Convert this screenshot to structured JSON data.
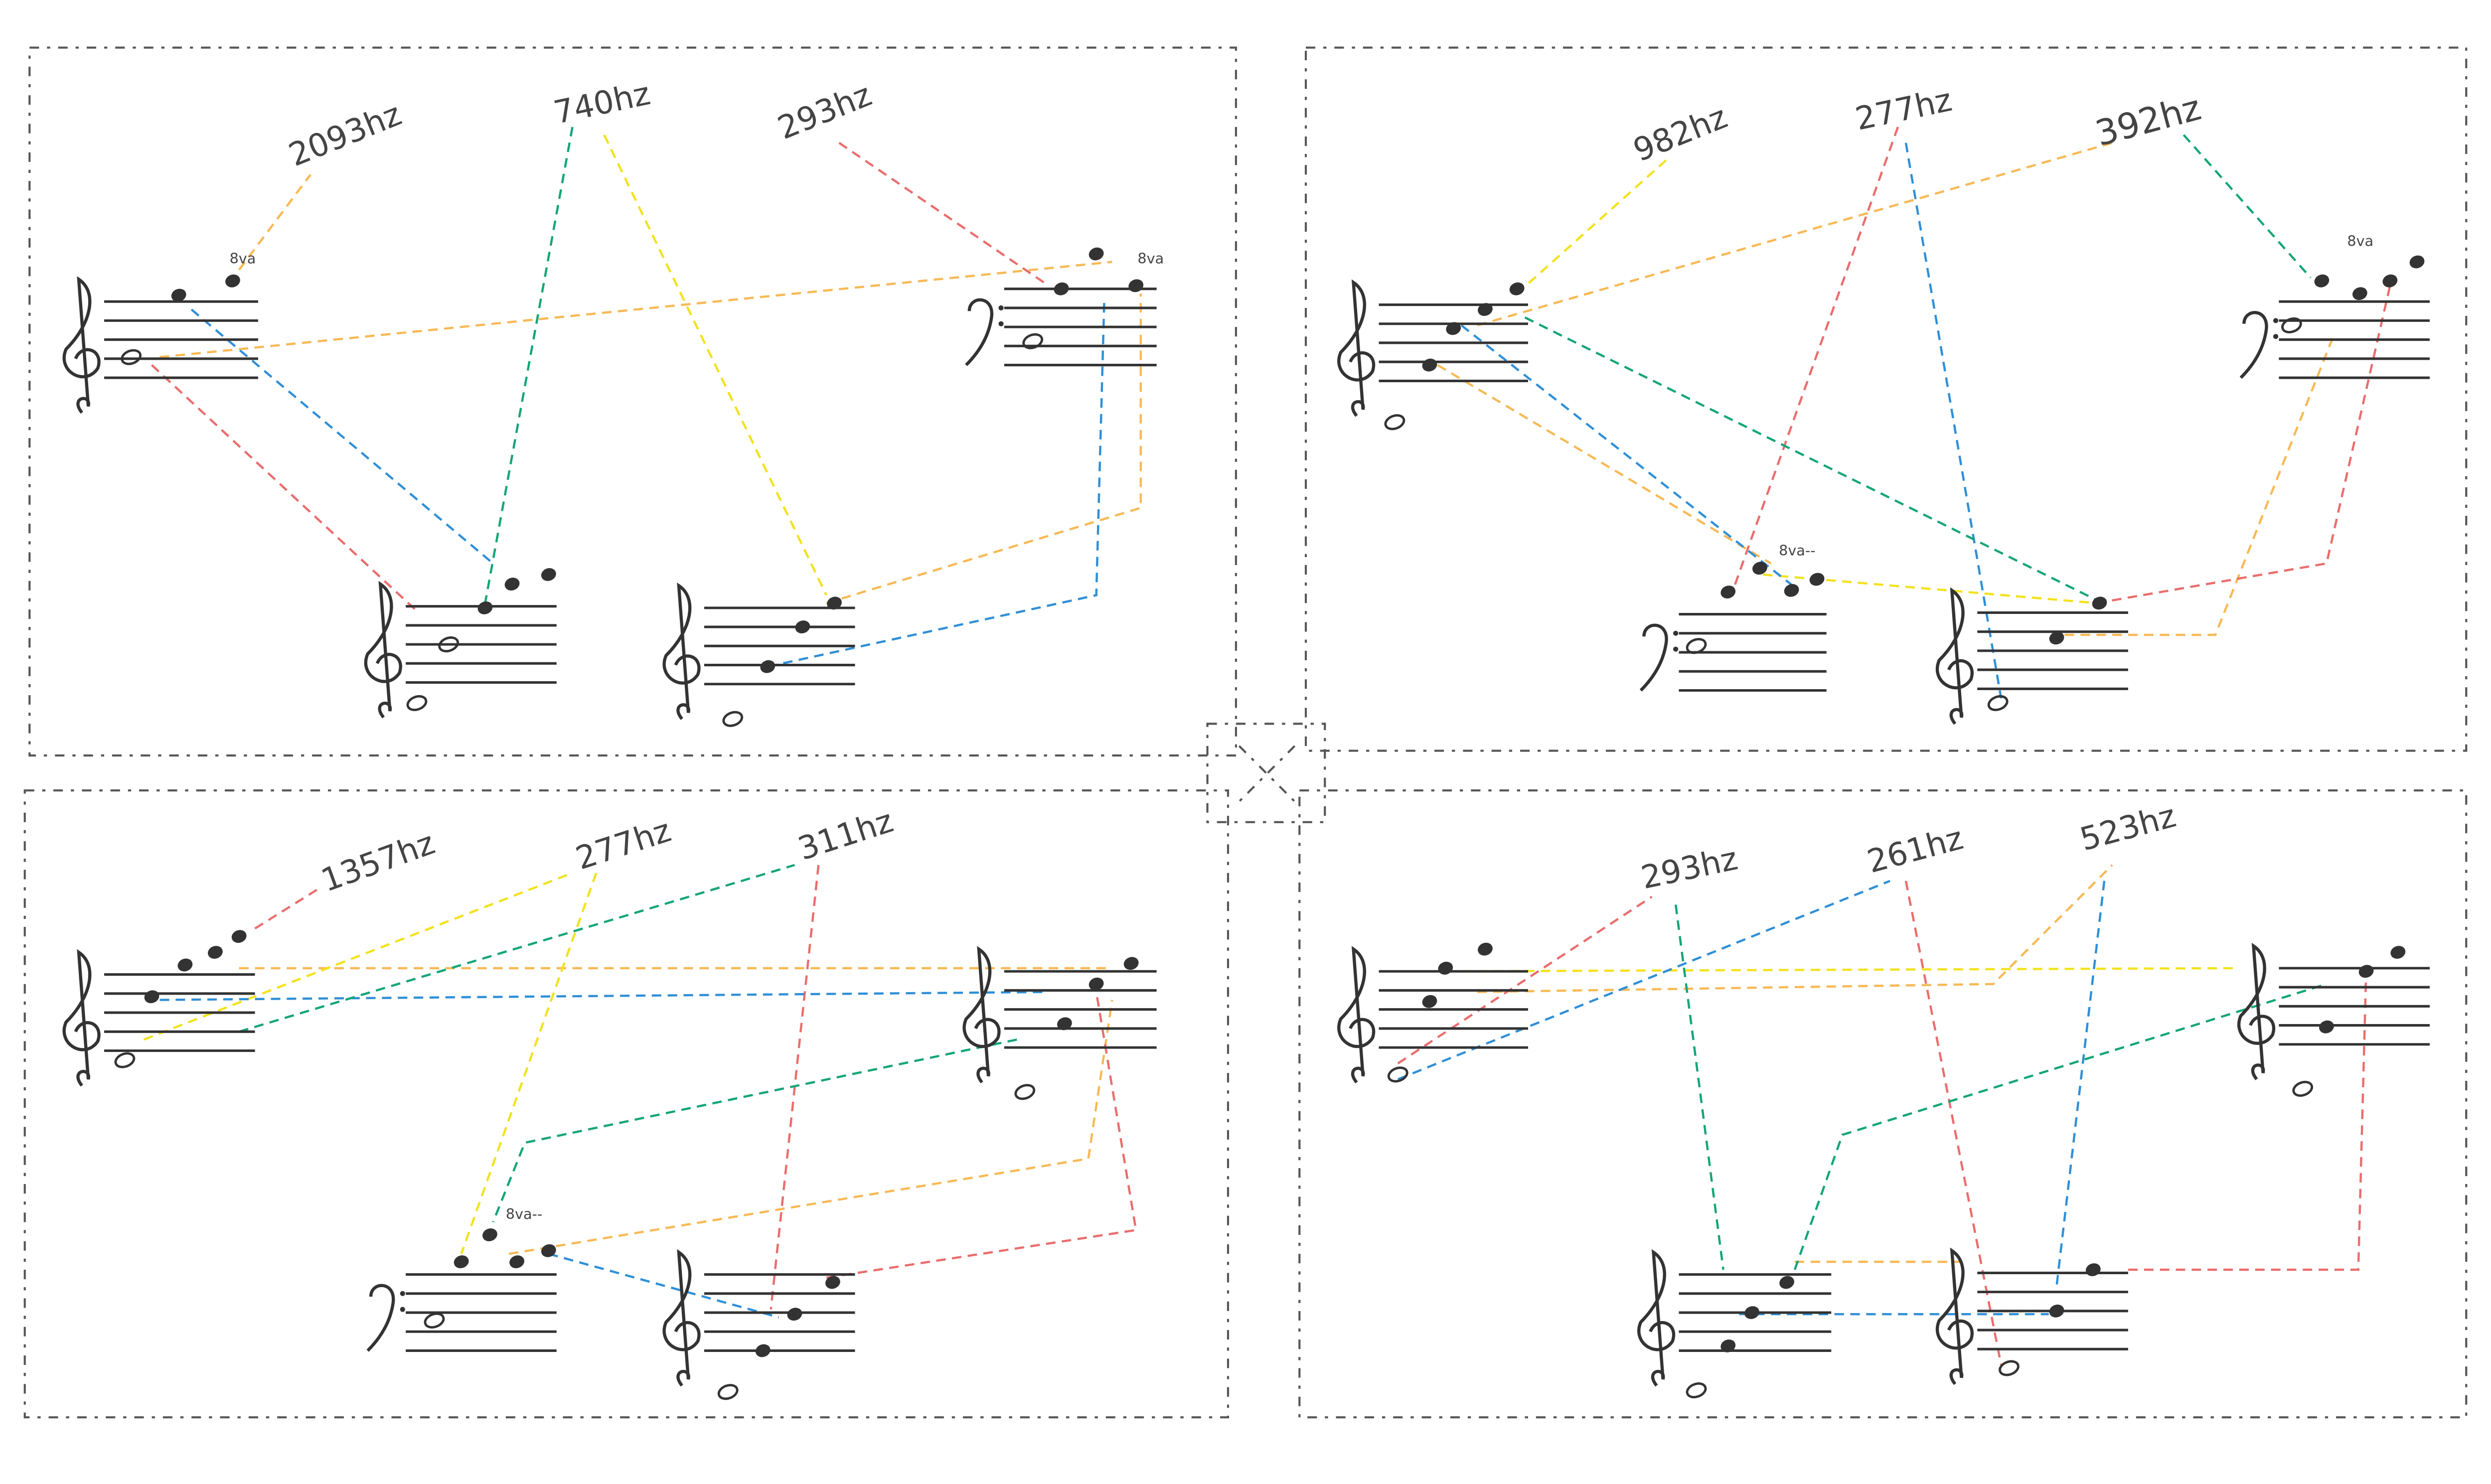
{
  "title": "Hand-drawn frequency-to-notation mapping sheets",
  "colors": {
    "yellow": "#f2e21c",
    "orange": "#f7b955",
    "red": "#ea6d6d",
    "blue": "#2f8fd6",
    "green": "#14a578",
    "ink": "#333333"
  },
  "panels": [
    {
      "id": "top-left",
      "labels": [
        "2093hz",
        "740hz",
        "293hz"
      ],
      "octave_marks": [
        "8va",
        "8va"
      ]
    },
    {
      "id": "top-right",
      "labels": [
        "982hz",
        "277hz",
        "392hz"
      ],
      "octave_marks": [
        "8va",
        "8va--"
      ]
    },
    {
      "id": "bottom-left",
      "labels": [
        "1357hz",
        "277hz",
        "311hz"
      ],
      "octave_marks": [
        "8va--"
      ]
    },
    {
      "id": "bottom-right",
      "labels": [
        "293hz",
        "261hz",
        "523hz"
      ],
      "octave_marks": []
    }
  ]
}
